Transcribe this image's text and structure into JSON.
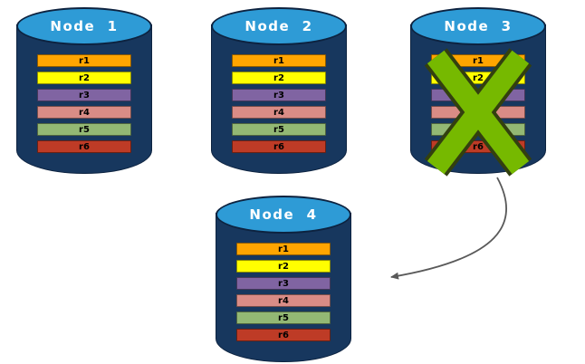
{
  "diagram": {
    "description": "Database replication failover diagram: four database nodes each holding replicas r1-r6; Node 3 has failed (green X) and its data fails over to Node 4 (arrow).",
    "nodes": [
      {
        "label": "Node  1",
        "failed": false
      },
      {
        "label": "Node  2",
        "failed": false
      },
      {
        "label": "Node  3",
        "failed": true
      },
      {
        "label": "Node  4",
        "failed": false
      }
    ],
    "rows": [
      {
        "label": "r1",
        "color": "#FFA500"
      },
      {
        "label": "r2",
        "color": "#FFFF00"
      },
      {
        "label": "r3",
        "color": "#8064A2"
      },
      {
        "label": "r4",
        "color": "#D98C86"
      },
      {
        "label": "r5",
        "color": "#93B874"
      },
      {
        "label": "r6",
        "color": "#BE3B26"
      }
    ],
    "colors": {
      "node_top": "#2E9BD6",
      "node_body": "#17375E",
      "x_mark_fill": "#76B900",
      "x_mark_outline": "#33400f",
      "arrow": "#595959"
    }
  }
}
